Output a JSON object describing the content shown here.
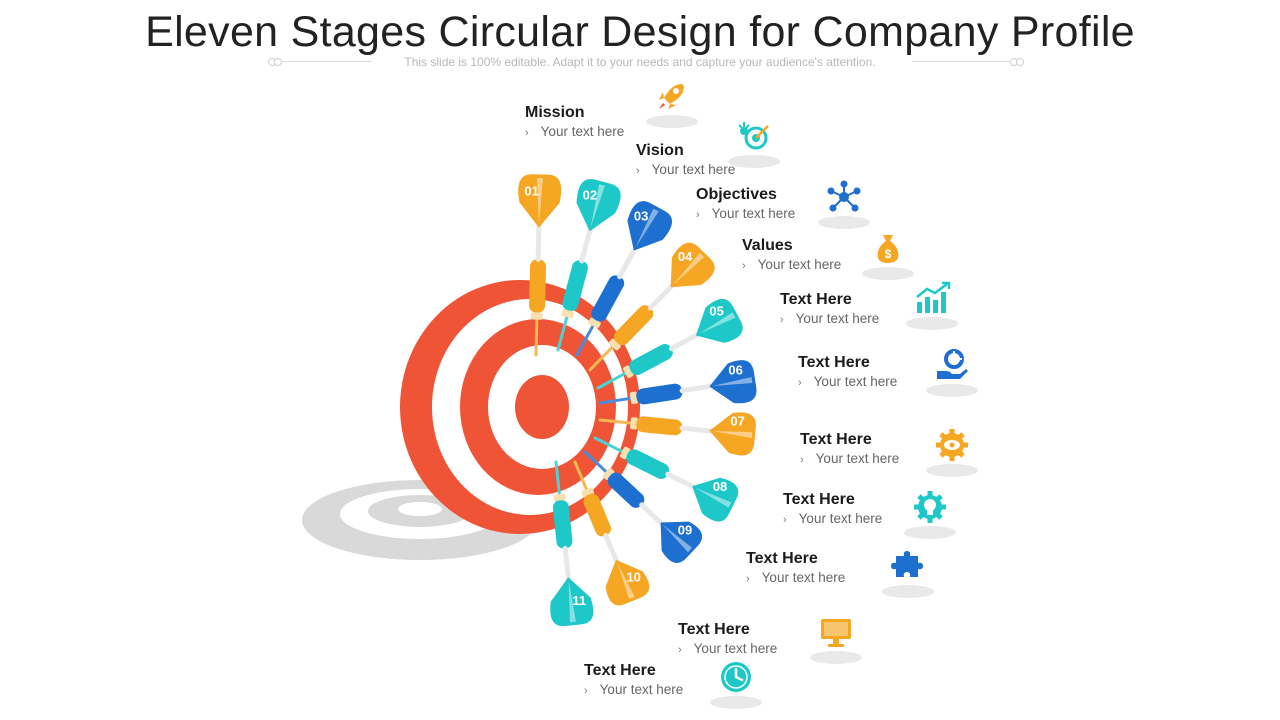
{
  "title": "Eleven Stages Circular Design for Company Profile",
  "subtitle": "This slide is 100% editable. Adapt it to your needs and capture your audience's attention.",
  "colors": {
    "orange": "#F5A623",
    "teal": "#1EC8C8",
    "blue": "#1D6FD0",
    "red": "#EF5437",
    "gray": "#D9D9D9"
  },
  "darts": [
    {
      "num": "01",
      "color": "orange"
    },
    {
      "num": "02",
      "color": "teal"
    },
    {
      "num": "03",
      "color": "blue"
    },
    {
      "num": "04",
      "color": "orange"
    },
    {
      "num": "05",
      "color": "teal"
    },
    {
      "num": "06",
      "color": "blue"
    },
    {
      "num": "07",
      "color": "orange"
    },
    {
      "num": "08",
      "color": "teal"
    },
    {
      "num": "09",
      "color": "blue"
    },
    {
      "num": "10",
      "color": "orange"
    },
    {
      "num": "11",
      "color": "teal"
    }
  ],
  "stages": [
    {
      "heading": "Mission",
      "text": "Your text here",
      "icon": "rocket-icon"
    },
    {
      "heading": "Vision",
      "text": "Your text here",
      "icon": "idea-target-icon"
    },
    {
      "heading": "Objectives",
      "text": "Your text here",
      "icon": "network-icon"
    },
    {
      "heading": "Values",
      "text": "Your text here",
      "icon": "money-bag-icon"
    },
    {
      "heading": "Text Here",
      "text": "Your text here",
      "icon": "growth-chart-icon"
    },
    {
      "heading": "Text Here",
      "text": "Your text here",
      "icon": "hand-pie-chart-icon"
    },
    {
      "heading": "Text Here",
      "text": "Your text here",
      "icon": "gear-eye-icon"
    },
    {
      "heading": "Text Here",
      "text": "Your text here",
      "icon": "gear-bulb-icon"
    },
    {
      "heading": "Text Here",
      "text": "Your text here",
      "icon": "puzzle-icon"
    },
    {
      "heading": "Text Here",
      "text": "Your text here",
      "icon": "monitor-icon"
    },
    {
      "heading": "Text Here",
      "text": "Your text here",
      "icon": "clock-icon"
    }
  ]
}
